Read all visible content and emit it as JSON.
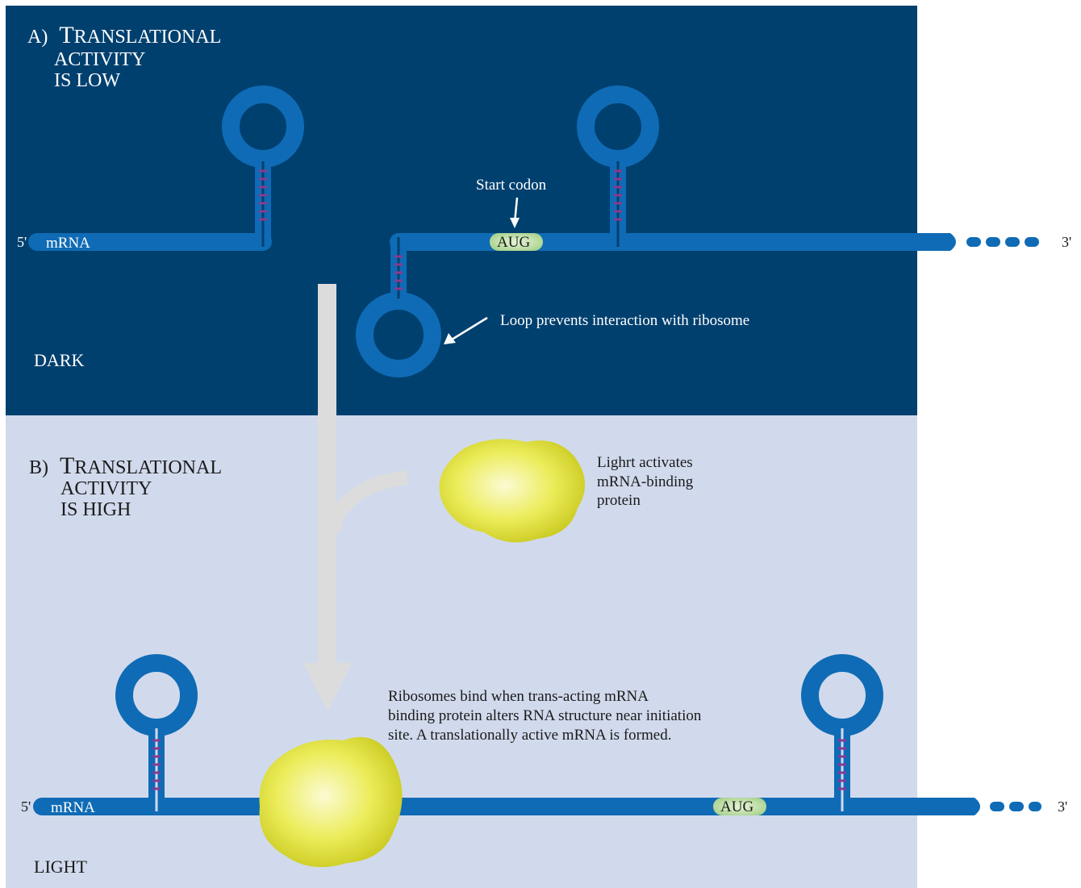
{
  "panel_a": {
    "label": "A)",
    "title_first_letter": "T",
    "title_rest": "RANSLATIONAL",
    "title_line2": "ACTIVITY",
    "title_line3": "IS LOW",
    "condition": "DARK",
    "five_prime": "5'",
    "three_prime": "3'",
    "mrna_label": "mRNA",
    "codon": "AUG",
    "start_codon_label": "Start codon",
    "loop_note": "Loop prevents interaction with ribosome"
  },
  "panel_b": {
    "label": "B)",
    "title_first_letter": "T",
    "title_rest": "RANSLATIONAL",
    "title_line2": "ACTIVITY",
    "title_line3": "IS HIGH",
    "condition": "LIGHT",
    "five_prime": "5'",
    "three_prime": "3'",
    "mrna_label": "mRNA",
    "codon": "AUG",
    "protein_note_lines": [
      "Lighrt activates",
      "mRNA-binding",
      " protein"
    ],
    "ribosome_note_lines": [
      "Ribosomes bind when trans-acting mRNA",
      "binding protein alters  RNA structure near initiation",
      "site.  A translationally active mRNA is formed."
    ]
  },
  "colors": {
    "dark_panel": "#00406f",
    "light_panel": "#d1daec",
    "mrna_strand": "#0f6bb5",
    "base_pairs": "#8a3a8e",
    "codon_fill": "#b6dba0",
    "protein": "#e6e63a",
    "transition_arrow": "#dcdcdc"
  }
}
